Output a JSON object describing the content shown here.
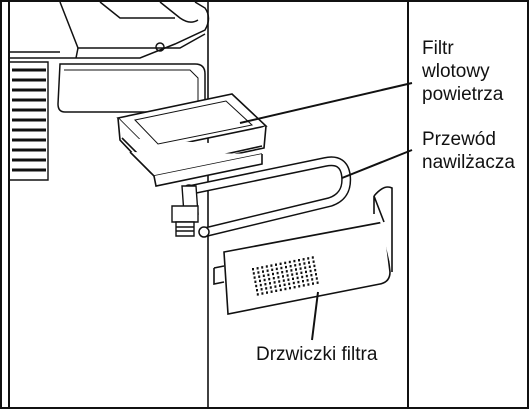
{
  "callouts": {
    "inlet_filter": "Filtr\nwlotowy\npowietrza",
    "humidifier_tube": "Przewód\nnawilżacza",
    "filter_door": "Drzwiczki filtra"
  },
  "colors": {
    "line": "#111111",
    "background": "#ffffff"
  }
}
